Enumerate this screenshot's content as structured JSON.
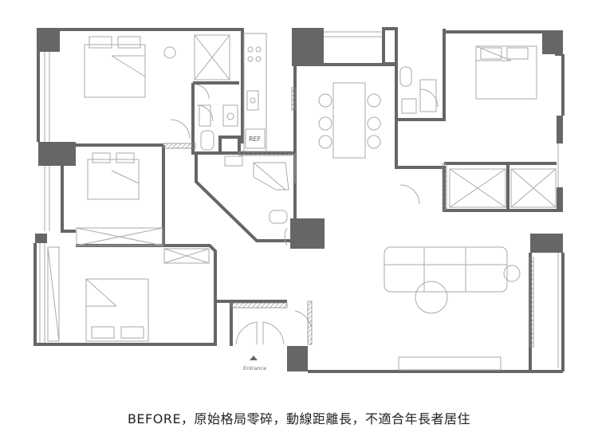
{
  "caption": "BEFORE，原始格局零碎，動線距離長，不適合年長者居住",
  "labels": {
    "entrance": "Entrance",
    "fridge": "REF"
  },
  "colors": {
    "wall": "#666666",
    "line": "#aaaaaa",
    "hatch": "#888888"
  }
}
